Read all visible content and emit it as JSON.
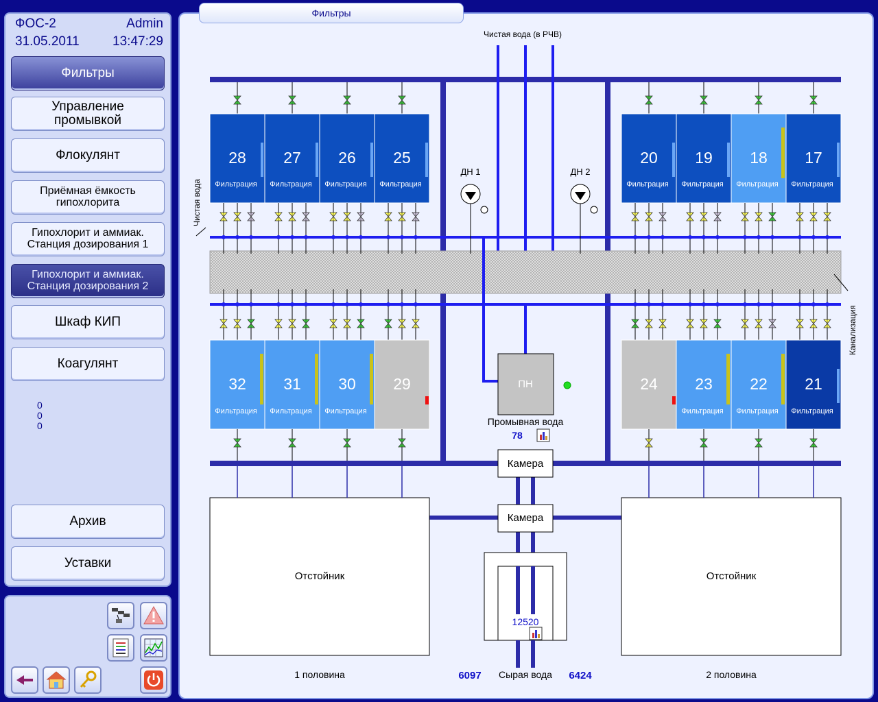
{
  "header": {
    "plant": "ФОС-2",
    "user": "Admin",
    "date": "31.05.2011",
    "time": "13:47:29"
  },
  "nav": [
    {
      "label": "Фильтры"
    },
    {
      "label": "Управление промывкой"
    },
    {
      "label": "Флокулянт"
    },
    {
      "label": "Приёмная ёмкость гипохлорита"
    },
    {
      "label": "Гипохлорит и аммиак. Станция дозирования 1"
    },
    {
      "label": "Гипохлорит и аммиак. Станция дозирования 2"
    },
    {
      "label": "Шкаф КИП"
    },
    {
      "label": "Коагулянт"
    },
    {
      "label": "Архив"
    },
    {
      "label": "Уставки"
    }
  ],
  "counters": [
    "0",
    "0",
    "0"
  ],
  "tab_title": "Фильтры",
  "labels": {
    "clean_water_rchv": "Чистая вода (в РЧВ)",
    "clean_water": "Чистая вода",
    "sewer": "Канализация",
    "dn1": "ДН 1",
    "dn2": "ДН 2",
    "pump": "ПН",
    "wash_water": "Промывная вода",
    "wash_value": "78",
    "camera": "Камера",
    "settler": "Отстойник",
    "half1": "1 половина",
    "half2": "2 половина",
    "raw_water": "Сырая вода",
    "raw_left": "6097",
    "raw_right": "6424",
    "raw_total": "12520",
    "mode": "Фильтрация"
  },
  "filters": [
    {
      "num": "28",
      "state": "dark",
      "mode": "Фильтрация"
    },
    {
      "num": "27",
      "state": "dark",
      "mode": "Фильтрация"
    },
    {
      "num": "26",
      "state": "dark",
      "mode": "Фильтрация"
    },
    {
      "num": "25",
      "state": "dark",
      "mode": "Фильтрация"
    },
    {
      "num": "20",
      "state": "dark",
      "mode": "Фильтрация"
    },
    {
      "num": "19",
      "state": "dark",
      "mode": "Фильтрация"
    },
    {
      "num": "18",
      "state": "light",
      "mode": "Фильтрация"
    },
    {
      "num": "17",
      "state": "dark",
      "mode": "Фильтрация"
    },
    {
      "num": "32",
      "state": "light",
      "mode": "Фильтрация"
    },
    {
      "num": "31",
      "state": "light",
      "mode": "Фильтрация"
    },
    {
      "num": "30",
      "state": "light",
      "mode": "Фильтрация"
    },
    {
      "num": "29",
      "state": "off",
      "mode": ""
    },
    {
      "num": "24",
      "state": "off",
      "mode": ""
    },
    {
      "num": "23",
      "state": "light",
      "mode": "Фильтрация"
    },
    {
      "num": "22",
      "state": "light",
      "mode": "Фильтрация"
    },
    {
      "num": "21",
      "state": "darkest",
      "mode": "Фильтрация"
    }
  ],
  "colors": {
    "dark": "#0d4fbf",
    "light": "#4f9ef3",
    "darkest": "#0a3aa6",
    "off": "#c4c4c4",
    "pipe": "#2c2ca8",
    "valve_open": "#3ad23a",
    "valve_closed": "#ffff55",
    "valve_off": "#c9c0d8"
  }
}
